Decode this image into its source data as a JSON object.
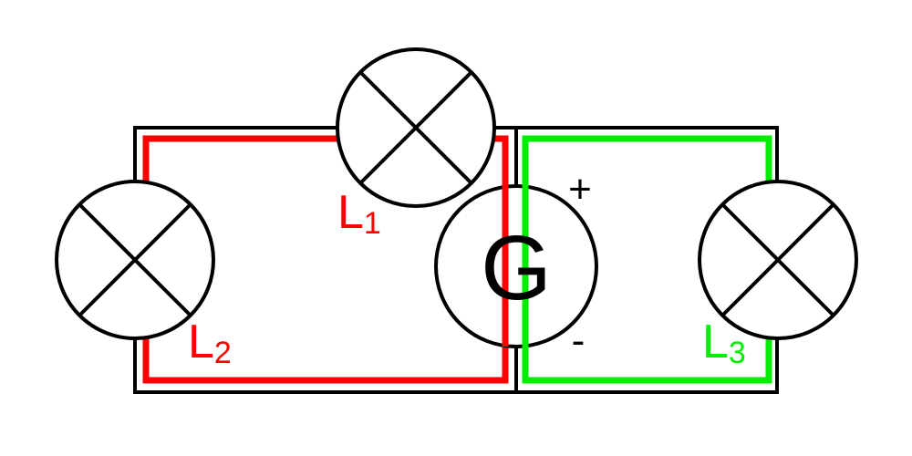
{
  "colors": {
    "wire": "#000000",
    "background": "#ffffff",
    "loop_l1_l2": "#ff0000",
    "loop_l3": "#00ee00"
  },
  "generator": {
    "symbol": "G",
    "plus_sign": "+",
    "minus_sign": "-"
  },
  "loops": {
    "l1": {
      "letter": "L",
      "subscript": "1"
    },
    "l2": {
      "letter": "L",
      "subscript": "2"
    },
    "l3": {
      "letter": "L",
      "subscript": "3"
    }
  },
  "lamps": [
    {
      "id": "lamp-top",
      "icon": "lamp-icon"
    },
    {
      "id": "lamp-left",
      "icon": "lamp-icon"
    },
    {
      "id": "lamp-right",
      "icon": "lamp-icon"
    }
  ]
}
